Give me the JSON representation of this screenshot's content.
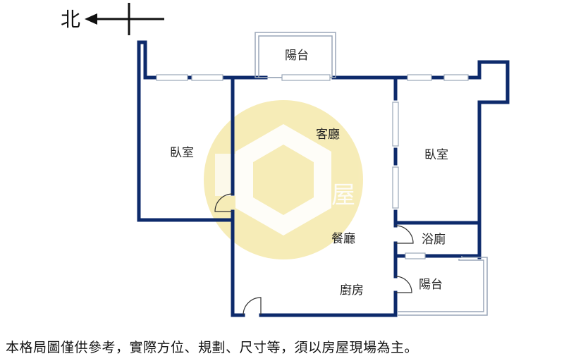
{
  "compass": {
    "label": "北"
  },
  "rooms": {
    "balcony_top": "陽台",
    "bedroom_left": "臥室",
    "living_room": "客廳",
    "bedroom_right": "臥室",
    "dining_room": "餐廳",
    "bathroom": "浴廁",
    "kitchen": "廚房",
    "balcony_bottom": "陽台"
  },
  "watermark": {
    "text": "屋"
  },
  "disclaimer": "本格局圖僅供參考，實際方位、規劃、尺寸等，須以房屋現場為主。",
  "colors": {
    "wall": "#0d2a6b",
    "watermark": "#f2e08a",
    "window": "#9aa6b8"
  }
}
